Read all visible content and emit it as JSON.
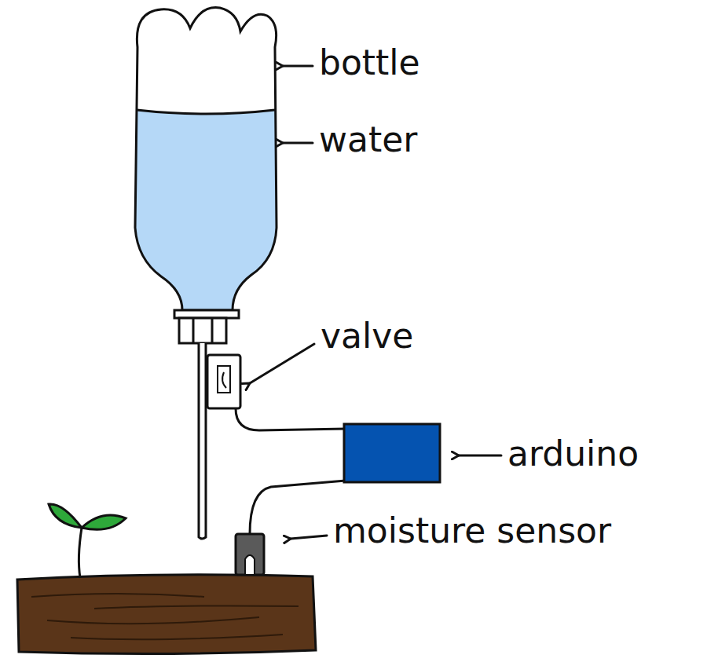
{
  "diagram": {
    "labels": [
      "bottle",
      "water",
      "valve",
      "arduino",
      "moisture sensor"
    ]
  }
}
